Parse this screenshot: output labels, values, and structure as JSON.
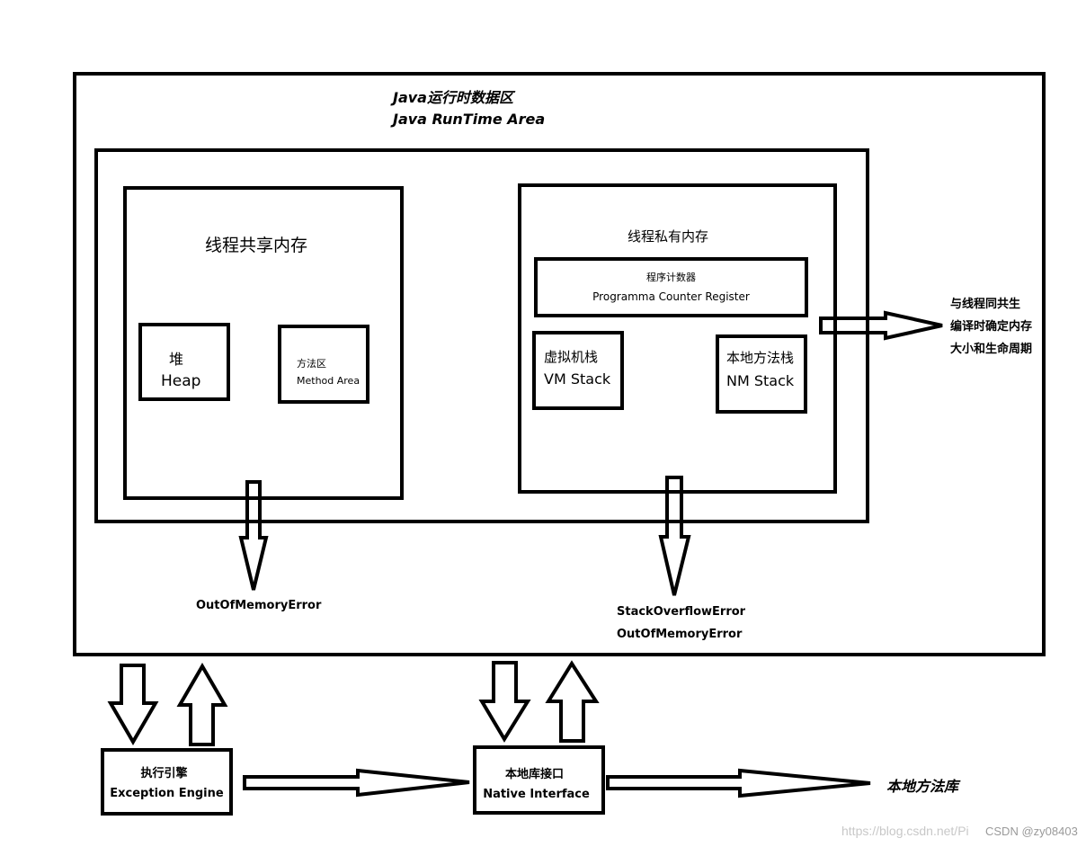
{
  "runtime_area": {
    "title_cn": "Java运行时数据区",
    "title_en": "Java RunTime Area"
  },
  "shared_memory": {
    "title": "线程共享内存",
    "heap": {
      "cn": "堆",
      "en": "Heap"
    },
    "method_area": {
      "cn": "方法区",
      "en": "Method Area"
    },
    "error": "OutOfMemoryError"
  },
  "private_memory": {
    "title": "线程私有内存",
    "pc_register": {
      "cn": "程序计数器",
      "en": "Programma Counter Register"
    },
    "vm_stack": {
      "cn": "虚拟机栈",
      "en": "VM Stack"
    },
    "nm_stack": {
      "cn": "本地方法栈",
      "en": "NM Stack"
    },
    "errors": [
      "StackOverflowError",
      "OutOfMemoryError"
    ],
    "note_lines": [
      "与线程同共生",
      "编译时确定内存",
      "大小和生命周期"
    ]
  },
  "execution_engine": {
    "cn": "执行引擎",
    "en": "Exception Engine"
  },
  "native_interface": {
    "cn": "本地库接口",
    "en": "Native Interface"
  },
  "native_library": "本地方法库",
  "watermark": {
    "url": "https://blog.csdn.net/Pi",
    "credit": "CSDN @zy08403"
  }
}
